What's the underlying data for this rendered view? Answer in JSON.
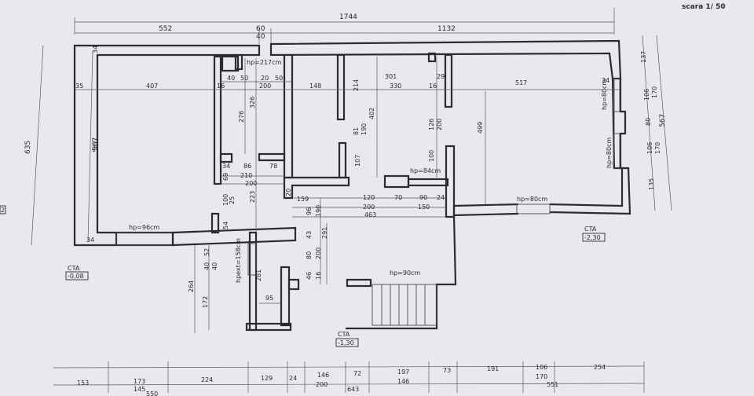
{
  "scale": "scara 1/ 50",
  "top_dims": {
    "total": "1744",
    "left": "552",
    "mid": "60",
    "mid_b": "40",
    "right": "1132"
  },
  "left_dims": {
    "outer": "635",
    "inner": "567"
  },
  "right_dims": {
    "a": "137",
    "b": "106",
    "c": "170",
    "d": "80",
    "e": "106",
    "f": "170",
    "g": "135",
    "total": "567"
  },
  "bottom_dims": {
    "row1": [
      "153",
      "173",
      "224",
      "129",
      "24",
      "146",
      "72",
      "197",
      "73",
      "191",
      "106",
      "254"
    ],
    "row2": [
      "145",
      "200",
      "146",
      "170"
    ],
    "row3": [
      "550",
      "643",
      "551"
    ]
  },
  "interior": {
    "hp217": "hp=217cm",
    "d40": "40",
    "d50a": "50",
    "d20": "20",
    "d50b": "50",
    "d35": "35",
    "d407": "407",
    "d34a": "34",
    "d148": "148",
    "d214": "214",
    "d301": "301",
    "d330": "330",
    "d16": "16",
    "d29": "29",
    "d517": "517",
    "d34b": "34",
    "d276": "276",
    "d326": "326",
    "d402": "402",
    "d81": "81",
    "d190": "190",
    "d126": "126",
    "d200a": "200",
    "d499": "499",
    "d567": "567",
    "d107": "107",
    "d100": "100",
    "d34c": "34",
    "d86": "86",
    "d78": "78",
    "d69": "69",
    "d210": "210",
    "d200b": "200",
    "hp84": "hp=84cm",
    "d100b": "100",
    "d25": "25",
    "d223": "223",
    "d20b": "20",
    "d159": "159",
    "d120": "120",
    "d70": "70",
    "d90": "90",
    "d24": "24",
    "d200c": "200",
    "d150": "150",
    "d463": "463",
    "d96": "96",
    "d190b": "190",
    "d54": "54",
    "d43": "43",
    "d80": "80",
    "d291": "291",
    "d200d": "200",
    "d46": "46",
    "d16b": "16",
    "hp96": "hp=96cm",
    "d34d": "34",
    "hp80a": "hp=80cm",
    "hp80b": "hp=80cm",
    "hp80c": "hp=80cm",
    "hp90": "hp=90cm",
    "d40b": "40",
    "d52": "52",
    "d40c": "40",
    "hpext": "hpext=158cm",
    "d281": "281",
    "d95": "95",
    "d264": "264",
    "d172": "172"
  },
  "levels": {
    "cta1_label": "CTA",
    "cta1_value": "-0,08",
    "cta2_label": "CTA",
    "cta2_value": "-1,30",
    "cta3_label": "CTA",
    "cta3_value": "-2,30",
    "edge_mark": "2"
  }
}
